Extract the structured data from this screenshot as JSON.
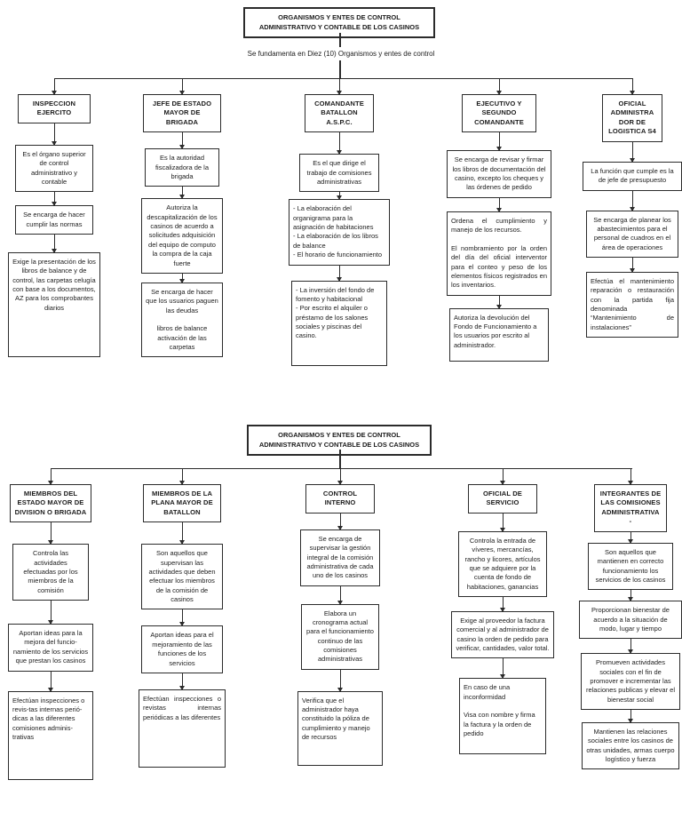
{
  "colors": {
    "line": "#2b2b2b",
    "background": "#ffffff",
    "text": "#1c1c1c"
  },
  "top": {
    "title": "ORGANISMOS Y ENTES DE CONTROL ADMINISTRATIVO Y CONTABLE DE LOS CASINOS",
    "caption": "Se fundamenta en Diez (10) Organismos y entes de control",
    "columns": [
      {
        "header": "INSPECCION EJERCITO",
        "boxes": [
          "Es el órgano superior de control administrativo y contable",
          "Se encarga de hacer cumplir las normas",
          "Exige la presentación de los libros de balance y de control, las carpetas celugía con base a los documentos, AZ para los comprobantes diarios"
        ]
      },
      {
        "header": "JEFE DE ESTADO MAYOR DE BRIGADA",
        "boxes": [
          "Es la autoridad fiscalizadora de la brigada",
          "Autoriza la descapitalización de los casinos de acuerdo a solicitudes adquisición del equipo de computo\nla compra de la caja fuerte",
          "Se encarga de hacer que los usuarios paguen las deudas\n\nlibros de balance activación de las carpetas"
        ]
      },
      {
        "header": "COMANDANTE BATALLON A.S.P.C.",
        "boxes": [
          "Es el que dirige el trabajo de comisiones administrativas",
          "- La elaboración del organigrama para la asignación de habitaciones\n- La elaboración de los libros de balance\n- El horario de funcionamiento",
          "- La inversión del fondo de fomento y habitacional\n- Por escrito el alquiler o préstamo de los salones sociales y piscinas del casino."
        ]
      },
      {
        "header": "EJECUTIVO Y SEGUNDO COMANDANTE",
        "boxes": [
          "Se encarga de revisar y firmar los libros de documentación del casino, excepto los cheques y las órdenes de pedido",
          "Ordena el cumplimiento y manejo de los recursos.\n\nEl nombramiento por la orden del día del oficial interventor para el conteo y peso de los elementos físicos registrados en los inventarios.",
          "Autoriza la devolución del Fondo de Funcionamiento a los usuarios por escrito al administrador."
        ]
      },
      {
        "header": "OFICIAL ADMINISTRA DOR DE LOGISTICA S4",
        "boxes": [
          "La función que cumple es la de jefe de presupuesto",
          "Se encarga de planear los abastecimientos para el personal de cuadros en el área de operaciones",
          "Efectúa el mantenimiento reparación o restauración con la partida fija denominada “Mantenimiento de instalaciones”"
        ]
      }
    ]
  },
  "bottom": {
    "title": "ORGANISMOS Y ENTES DE CONTROL ADMINISTRATIVO Y CONTABLE DE LOS CASINOS",
    "columns": [
      {
        "header": "MIEMBROS DEL ESTADO MAYOR DE DIVISION O BRIGADA",
        "boxes": [
          "Controla las actividades efectuadas por los miembros de la comisión",
          "Aportan ideas para la mejora del funcio-namiento de los servicios que prestan los casinos",
          "Efectúan inspecciones o revis-tas internas perió-dicas a las diferentes comisiones adminis-trativas"
        ]
      },
      {
        "header": "MIEMBROS DE LA PLANA MAYOR DE BATALLON",
        "boxes": [
          "Son aquellos que supervisan las actividades que deben efectuar los miembros de la comisión de casinos",
          "Aportan ideas para el mejoramiento de las funciones de los servicios",
          "Efectúan inspecciones o revistas internas periódicas a las diferentes"
        ]
      },
      {
        "header": "CONTROL INTERNO",
        "boxes": [
          "Se encarga de supervisar la gestión integral de la comisión administrativa de cada uno de los casinos",
          "Elabora un cronograma actual para el funcionamiento continuo de las comisiones administrativas",
          "Verifica que el administrador haya constituido la póliza de cumplimiento y manejo de recursos"
        ]
      },
      {
        "header": "OFICIAL DE SERVICIO",
        "boxes": [
          "Controla la entrada de víveres, mercancías, rancho y licores, artículos que se adquiere por la cuenta de fondo de habitaciones, ganancias",
          "Exige al proveedor la factura comercial y al administrador de casino la orden de pedido para verificar, cantidades, valor total.",
          "En caso de una inconformidad\n\nVisa con nombre y firma la factura y la orden de pedido"
        ]
      },
      {
        "header": "INTEGRANTES DE LAS COMISIONES ADMINISTRATIVA\n-",
        "boxes": [
          "Son aquellos que mantienen en correcto funcionamiento los servicios de los casinos",
          "Proporcionan bienestar de acuerdo a la situación de modo, lugar y tiempo",
          "Promueven actividades sociales con el fin de promover e incrementar las relaciones publicas y elevar el bienestar social",
          "Mantienen las relaciones sociales entre los casinos de otras unidades, armas cuerpo logístico y fuerza"
        ]
      }
    ]
  }
}
